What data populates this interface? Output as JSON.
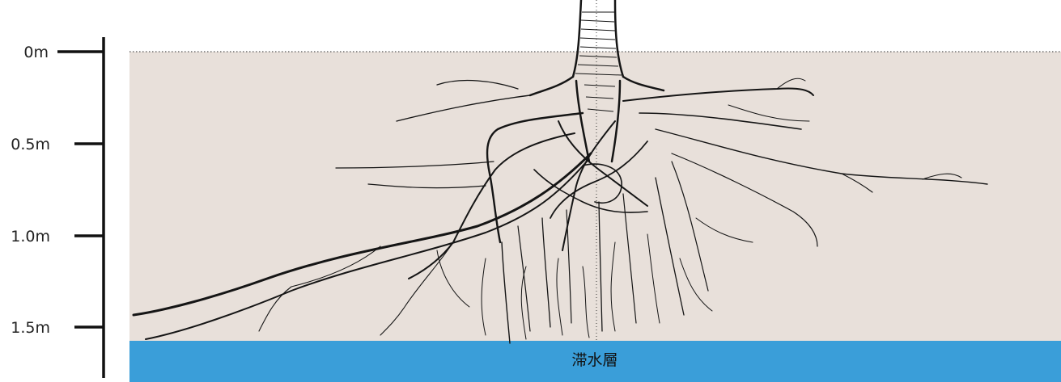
{
  "depth_scale": {
    "ticks": [
      "0m",
      "0.5m",
      "1.0m",
      "1.5m"
    ]
  },
  "layers": {
    "water_label": "滞水層"
  },
  "colors": {
    "soil": "#e8e0da",
    "water": "#3a9ed9",
    "ink": "#151515"
  }
}
